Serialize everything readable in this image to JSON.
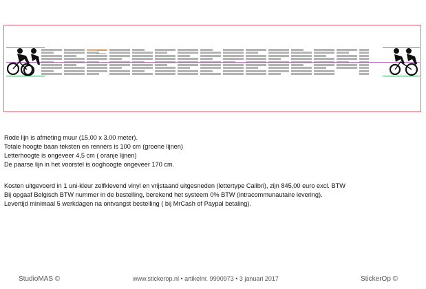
{
  "wall_text": {
    "line1": "Rode lijn is afmeting muur (15.00 x 3.00 meter).",
    "line2": "Totale hoogte baan teksten en renners is 100 cm (groene lijnen)",
    "line3": "Letterhoogte is ongeveer 4,5 cm ( oranje lijnen)",
    "line4": "De paarse lijn in het voorstel is ooghoogte ongeveer 170 cm."
  },
  "cost_text": {
    "line1": "Kosten uitgevoerd in 1 uni-kleur zelfklevend vinyl en vrijstaand uitgesneden (lettertype Calibri), zijn 845,00 euro excl. BTW",
    "line2": "Bij opgaaf Belgisch BTW nummer in de bestelling, berekend het systeem 0% BTW (intracommunautaire levering).",
    "line3": "Levertijd minimaal 5 werkdagen na ontvangst bestelling ( bij MrCash of Paypal betaling)."
  },
  "footer": {
    "left": "StudioMAS ©",
    "middle": "www.stickerop.nl  •  artikelnr. 9990973  •  3 januari 2017",
    "right": "StickerOp ©"
  },
  "colors": {
    "wall_outline": "#e46b7a",
    "height_lines": "#3aa35a",
    "letter_height_lines": "#f2a64b",
    "eye_height_line": "#c061c9"
  },
  "icons": [
    "cyclist-pair-left",
    "cyclist-pair-right"
  ]
}
